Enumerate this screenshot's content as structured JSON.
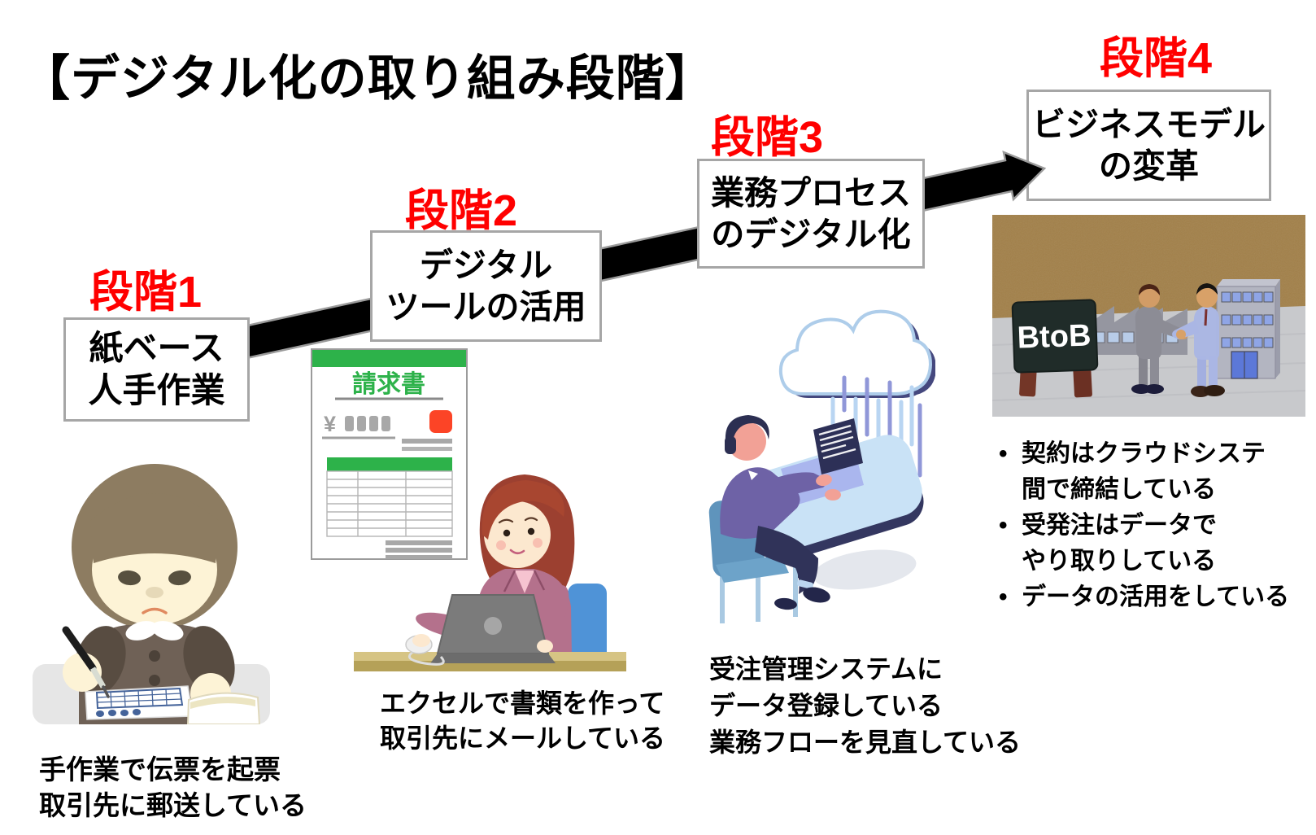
{
  "title": "【デジタル化の取り組み段階】",
  "stage1": {
    "label": "段階1",
    "box": "紙ベース\n人手作業",
    "caption": "手作業で伝票を起票\n取引先に郵送している"
  },
  "stage2": {
    "label": "段階2",
    "box": "デジタル\nツールの活用",
    "caption": "エクセルで書類を作って\n取引先にメールしている"
  },
  "stage3": {
    "label": "段階3",
    "box": "業務プロセス\nのデジタル化",
    "caption": "受注管理システムに\nデータ登録している\n業務フローを見直している"
  },
  "stage4": {
    "label": "段階4",
    "box": "ビジネスモデル\nの変革",
    "bullets": [
      "契約はクラウドシステ\n間で締結している",
      "受発注はデータで\nやり取りしている",
      "データの活用をしている"
    ]
  },
  "invoice": {
    "title": "請求書",
    "currency": "¥"
  },
  "photo": {
    "sign_text": "BtoB"
  },
  "colors": {
    "stage_label_red": "#ff0000",
    "box_border_gray": "#a6a6a6",
    "arrow_black": "#000000",
    "invoice_green": "#2db24a",
    "stamp_red": "#fc4426",
    "cork_brown": "#a28049",
    "floor_gray": "#c8c9cc"
  }
}
